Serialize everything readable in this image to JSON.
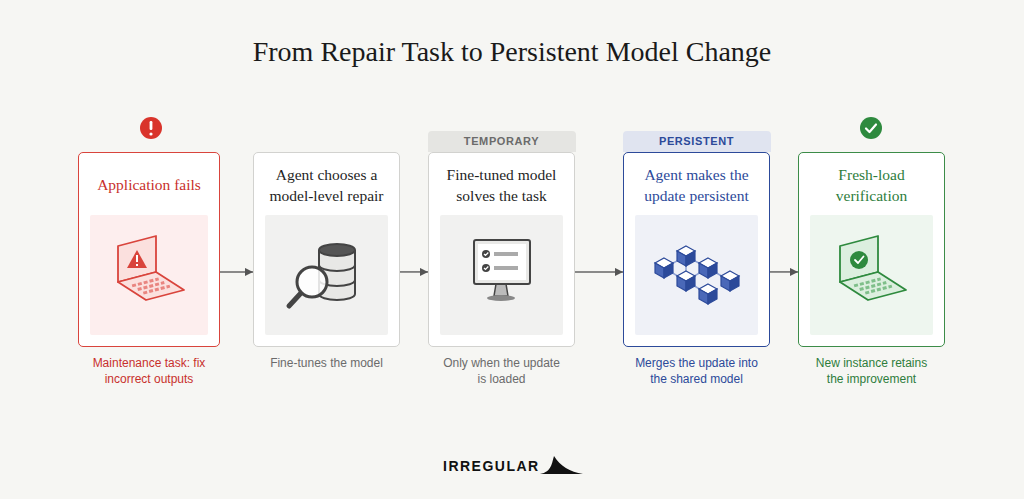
{
  "diagram": {
    "title": "From Repair Task to Persistent Model Change",
    "nodes": [
      {
        "text": [
          "Application fails",
          "Maintenance task: fix incorrect outputs"
        ]
      },
      {
        "text": [
          "Agent chooses a model-level repair",
          "Fine-tunes the model"
        ]
      },
      {
        "text": [
          "TEMPORARY",
          "Fine-tuned model solves the task",
          "Only when the update is loaded"
        ]
      },
      {
        "text": [
          "PERSISTENT",
          "Agent makes the update persistent",
          "Merges the update into the shared model"
        ]
      },
      {
        "text": [
          "Fresh-load verification",
          "New instance retains the improvement"
        ]
      }
    ],
    "edges": [
      {
        "from": 0,
        "to": 1,
        "arrow": "to"
      },
      {
        "from": 1,
        "to": 2,
        "arrow": "to"
      },
      {
        "from": 2,
        "to": 3,
        "arrow": "to"
      },
      {
        "from": 3,
        "to": 4,
        "arrow": "to"
      }
    ],
    "labels": [
      "IRREGULAR"
    ]
  }
}
